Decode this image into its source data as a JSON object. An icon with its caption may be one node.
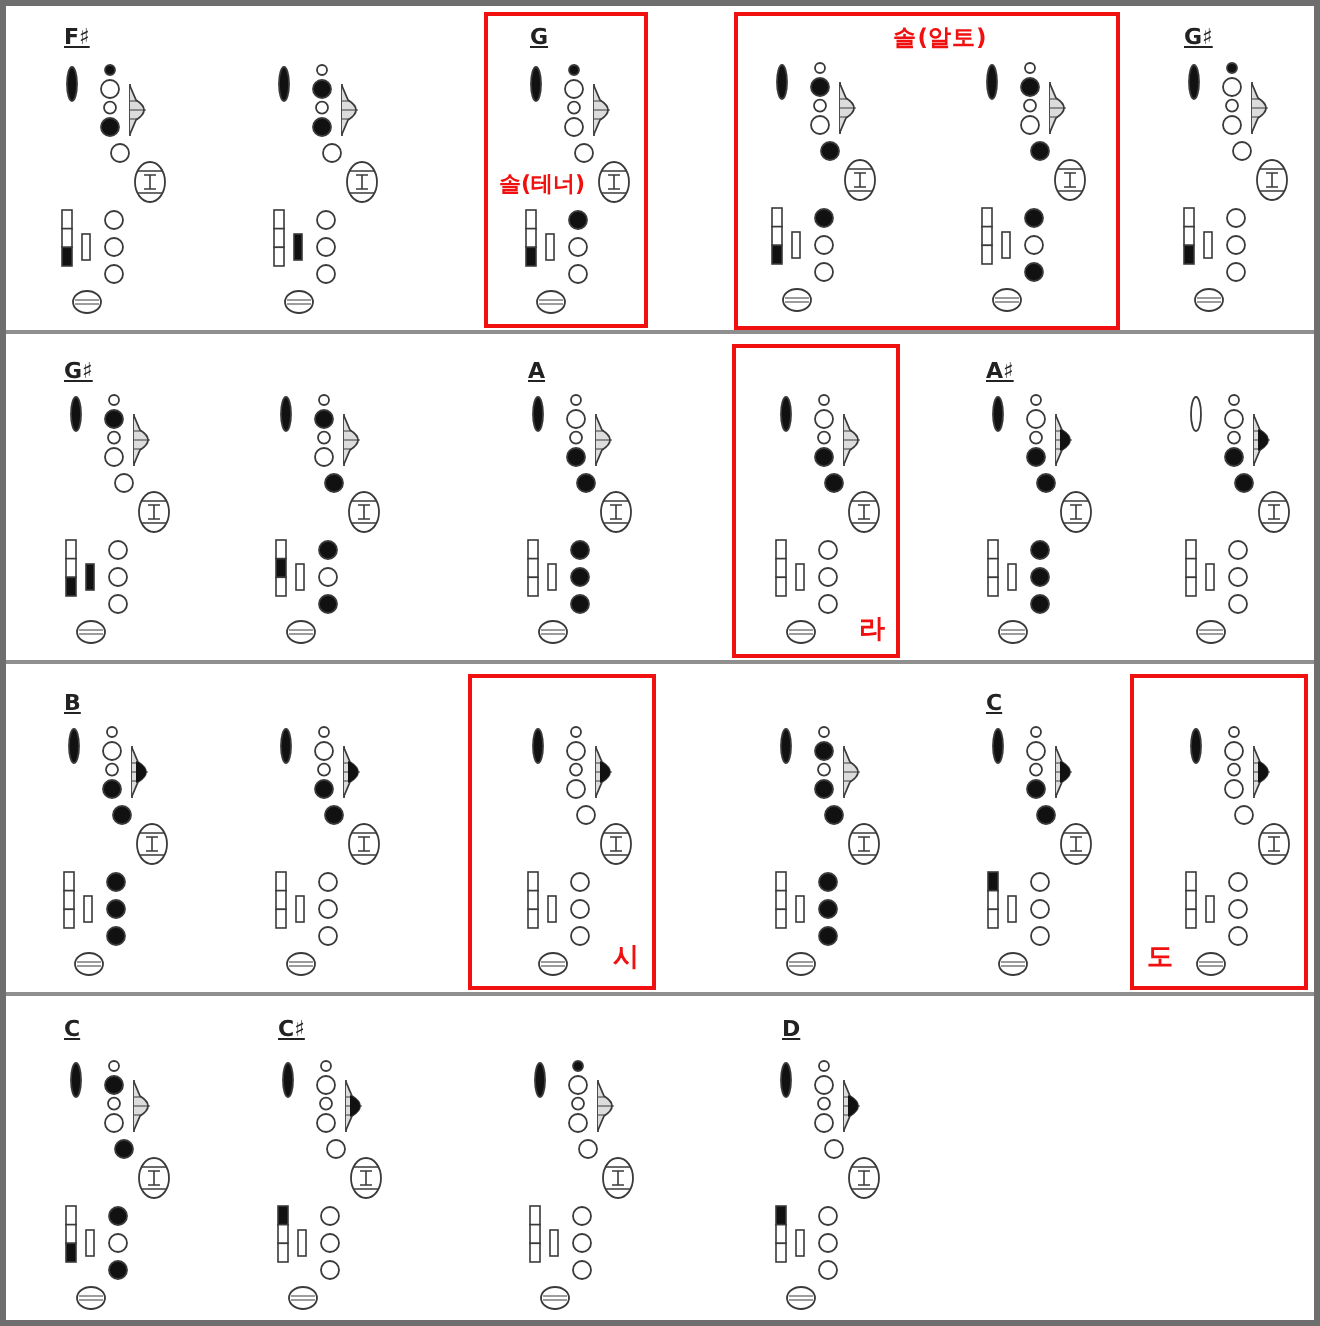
{
  "diagram": {
    "nodes": [
      {
        "text": [
          "G",
          "솔(테너)"
        ]
      },
      {
        "text": [
          "솔(알토)"
        ]
      },
      {
        "text": [
          "라"
        ]
      },
      {
        "text": [
          "시"
        ]
      },
      {
        "text": [
          "도"
        ]
      }
    ],
    "labels": [
      "F♯",
      "G♯",
      "G♯",
      "A",
      "A♯",
      "B",
      "C",
      "C",
      "C♯",
      "D"
    ]
  }
}
